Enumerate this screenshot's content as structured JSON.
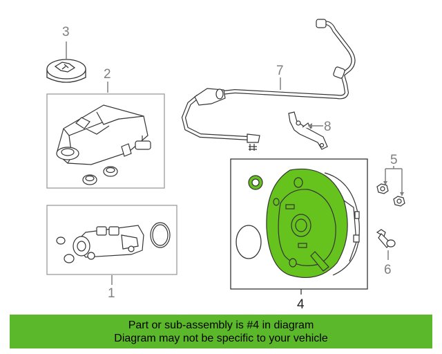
{
  "colors": {
    "highlight": "#66c31e",
    "banner": "#5cb82b",
    "line": "#333333",
    "callout": "#7f7f7f"
  },
  "callouts": {
    "c1": "1",
    "c2": "2",
    "c3": "3",
    "c4": "4",
    "c5": "5",
    "c6": "6",
    "c7": "7",
    "c8": "8"
  },
  "banner": {
    "line1": "Part or sub-assembly is #4 in diagram",
    "line2": "Diagram may not be specific to your vehicle"
  }
}
